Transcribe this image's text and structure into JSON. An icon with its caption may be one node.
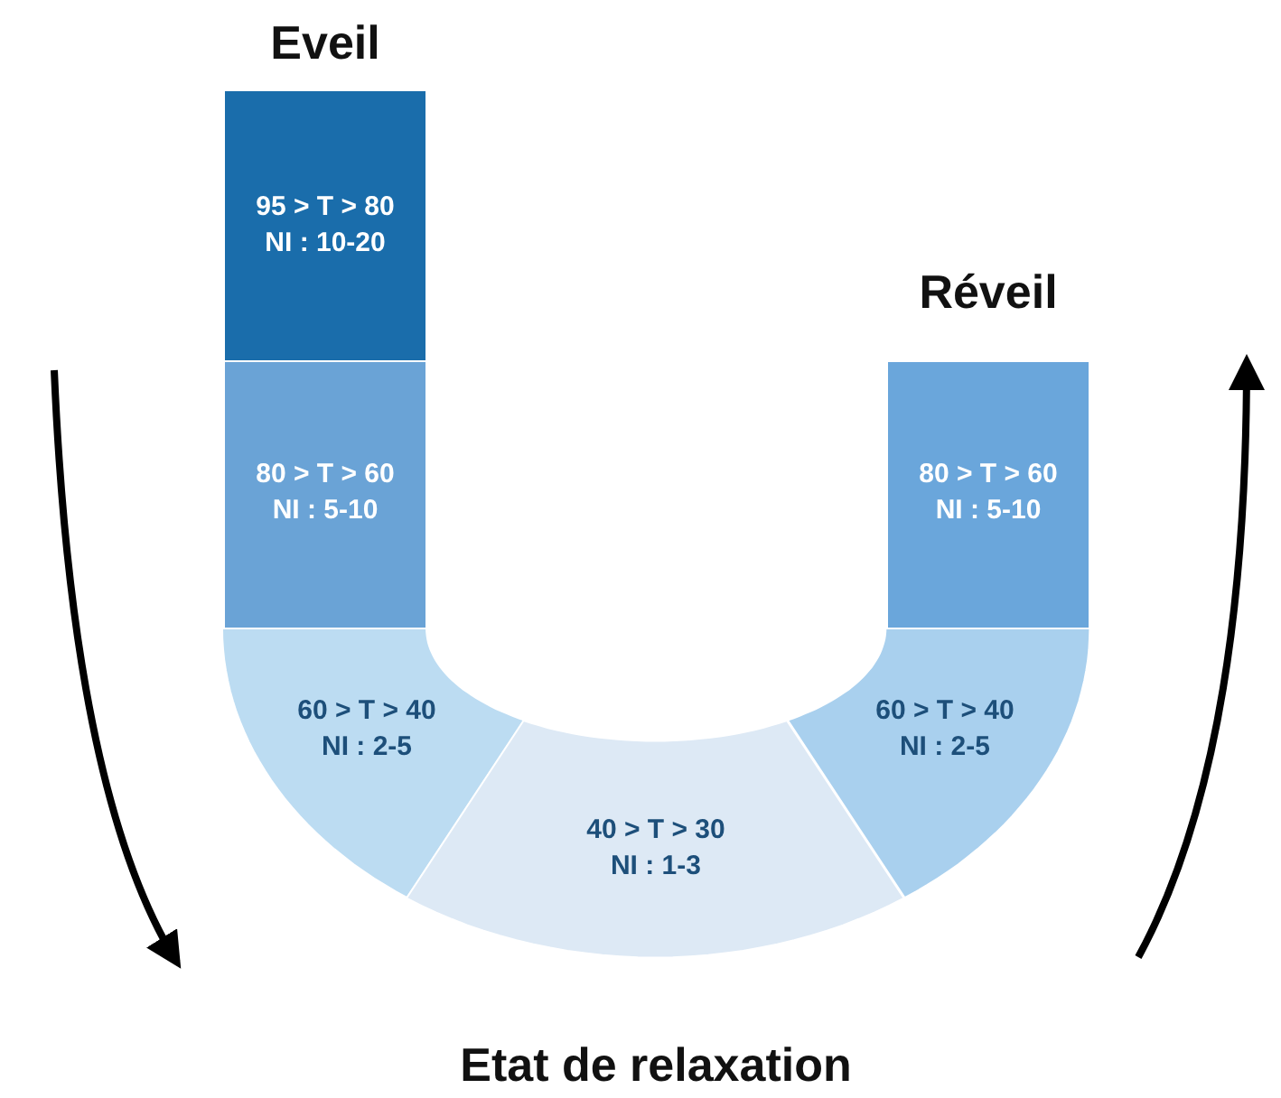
{
  "diagram": {
    "nodes": [
      {
        "text": [
          "95 > T > 80",
          "NI : 10-20"
        ]
      },
      {
        "text": [
          "80 > T > 60",
          "NI : 5-10"
        ]
      },
      {
        "text": [
          "60 > T > 40",
          "NI : 2-5"
        ]
      },
      {
        "text": [
          "40 > T > 30",
          "NI : 1-3"
        ]
      },
      {
        "text": [
          "60 > T > 40",
          "NI : 2-5"
        ]
      },
      {
        "text": [
          "80 > T > 60",
          "NI : 5-10"
        ]
      }
    ],
    "edges": [],
    "labels": [
      "Eveil",
      "Réveil",
      "Etat de relaxation"
    ]
  }
}
